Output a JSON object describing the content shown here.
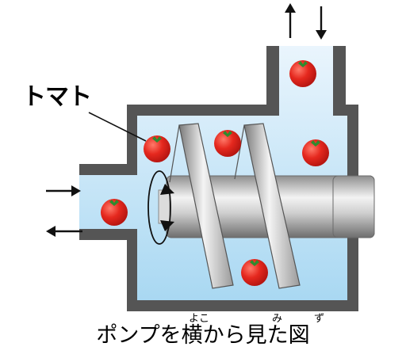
{
  "labels": {
    "callout": "トマト",
    "caption": "ポンプを横から見た図",
    "ruby_yoko": "よこ",
    "ruby_mi": "み",
    "ruby_zu": "ず"
  },
  "colors": {
    "housing": "#555555",
    "fluid_top": "#eaf5fd",
    "fluid_bottom": "#a9d8f2",
    "tomato": "#e5281e",
    "tomato_leaf": "#2e8b2e",
    "screw_light": "#f2f2f2",
    "screw_dark": "#7d7d7d",
    "arrow": "#111111"
  },
  "icons": [
    "tomato-icon",
    "arrow-up-icon",
    "arrow-down-icon",
    "arrow-right-icon",
    "arrow-left-icon",
    "rotation-arrow-icon"
  ]
}
